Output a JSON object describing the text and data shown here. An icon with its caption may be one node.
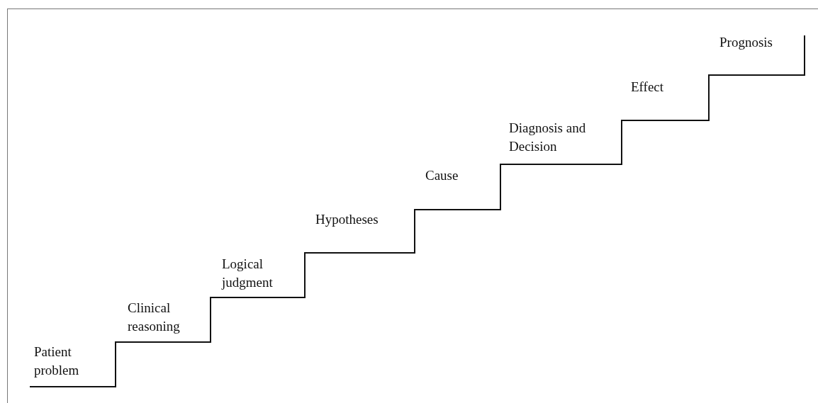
{
  "diagram": {
    "labels": [
      "Patient problem",
      "Clinical reasoning",
      "Logical judgment",
      "Hypotheses",
      "Cause",
      "Diagnosis and Decision",
      "Effect",
      "Prognosis"
    ]
  }
}
